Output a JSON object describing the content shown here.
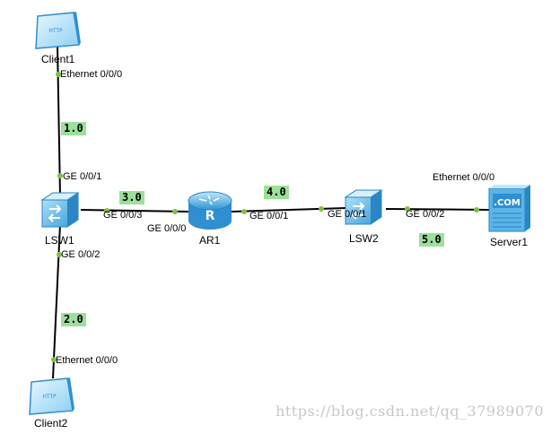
{
  "devices": {
    "client1": {
      "name": "Client1",
      "screen_text": "HTTP"
    },
    "client2": {
      "name": "Client2",
      "screen_text": "HTTP"
    },
    "lsw1": {
      "name": "LSW1"
    },
    "lsw2": {
      "name": "LSW2"
    },
    "ar1": {
      "name": "AR1",
      "badge": "R"
    },
    "server1": {
      "name": "Server1",
      "badge": ".COM"
    }
  },
  "ports": {
    "client1_eth": "Ethernet 0/0/0",
    "lsw1_g1": "GE 0/0/1",
    "lsw1_g3": "GE 0/0/3",
    "lsw1_g2": "GE 0/0/2",
    "client2_eth": "Ethernet 0/0/0",
    "ar1_g0": "GE 0/0/0",
    "ar1_g1": "GE 0/0/1",
    "lsw2_g1": "GE 0/0/1",
    "lsw2_g2": "GE 0/0/2",
    "server1_eth": "Ethernet 0/0/0"
  },
  "networks": {
    "n1": "1.0",
    "n2": "2.0",
    "n3": "3.0",
    "n4": "4.0",
    "n5": "5.0"
  },
  "watermark": "https://blog.csdn.net/qq_37989070",
  "colors": {
    "link": "#000000",
    "port_dot": "#7dc142",
    "net_label_bg": "#9be09b",
    "device_blue": "#3fa9e6"
  }
}
